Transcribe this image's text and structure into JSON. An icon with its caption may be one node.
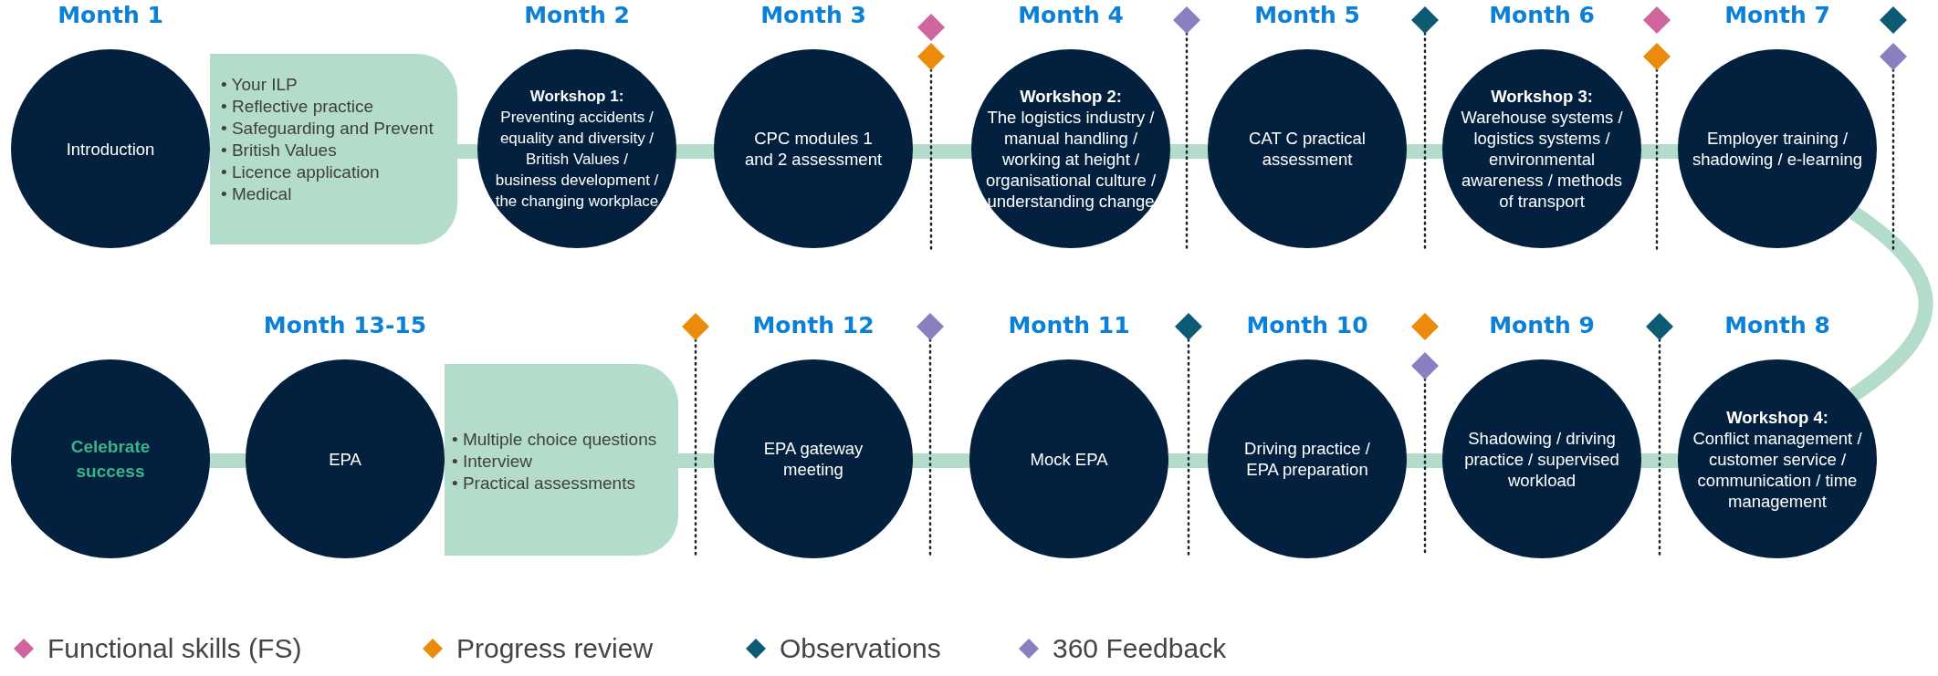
{
  "diagram": {
    "nodes": [
      {
        "text": [
          "• Your ILP",
          "• Reflective practice",
          "• Safeguarding and Prevent",
          "• British Values",
          "• Licence application",
          "• Medical"
        ]
      },
      {
        "text": [
          "Month 1",
          "Introduction"
        ]
      },
      {
        "text": [
          "Month 2",
          "Workshop 1:",
          "Preventing accidents / equality and diversity / British Values / business development / the changing workplace"
        ]
      },
      {
        "text": [
          "Month 3",
          "CPC modules 1 and 2 assessment"
        ]
      },
      {
        "text": [
          "Month 4",
          "Workshop 2:",
          "The logistics industry / manual handling / working at height / organisational culture / understanding change"
        ]
      },
      {
        "text": [
          "Month 5",
          "CAT C practical assessment"
        ]
      },
      {
        "text": [
          "Month 6",
          "Workshop 3:",
          "Warehouse systems / logistics systems / environmental awareness / methods of transport"
        ]
      },
      {
        "text": [
          "Month 7",
          "Employer training / shadowing / e-learning"
        ]
      },
      {
        "text": [
          "Celebrate success"
        ]
      },
      {
        "text": [
          "Month 13-15",
          "EPA"
        ]
      },
      {
        "text": [
          "• Multiple choice questions",
          "• Interview",
          "• Practical assessments"
        ]
      },
      {
        "text": [
          "Month 12",
          "EPA gateway meeting"
        ]
      },
      {
        "text": [
          "Month 11",
          "Mock EPA"
        ]
      },
      {
        "text": [
          "Month 10",
          "Driving practice / EPA preparation"
        ]
      },
      {
        "text": [
          "Month 9",
          "Shadowing / driving practice / supervised workload"
        ]
      },
      {
        "text": [
          "Month 8",
          "Workshop 4:",
          "Conflict management / customer service / communication / time management"
        ]
      }
    ],
    "edges": [
      {
        "from": 0,
        "to": 2,
        "arrow": "none"
      },
      {
        "from": 2,
        "to": 3,
        "arrow": "none"
      },
      {
        "from": 3,
        "to": 4,
        "arrow": "none"
      },
      {
        "from": 4,
        "to": 5,
        "arrow": "none"
      },
      {
        "from": 5,
        "to": 6,
        "arrow": "none"
      },
      {
        "from": 6,
        "to": 7,
        "arrow": "none"
      },
      {
        "from": 7,
        "to": 15,
        "arrow": "none"
      },
      {
        "from": 15,
        "to": 14,
        "arrow": "none"
      },
      {
        "from": 14,
        "to": 13,
        "arrow": "none"
      },
      {
        "from": 13,
        "to": 12,
        "arrow": "none"
      },
      {
        "from": 12,
        "to": 11,
        "arrow": "none"
      },
      {
        "from": 11,
        "to": 10,
        "arrow": "none"
      },
      {
        "from": 9,
        "to": 8,
        "arrow": "none"
      }
    ],
    "legend": [
      {
        "text": "Functional skills (FS)",
        "color": "#d0649c"
      },
      {
        "text": "Progress review",
        "color": "#ec8a0c"
      },
      {
        "text": "Observations",
        "color": "#0e5a73"
      },
      {
        "text": "360 Feedback",
        "color": "#8a80c0"
      }
    ]
  }
}
